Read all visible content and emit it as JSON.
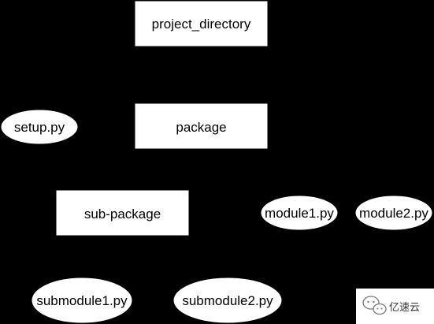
{
  "diagram": {
    "background": "#000000",
    "node_fill": "#ffffff",
    "node_stroke": "#000000",
    "text_color": "#000000",
    "nodes": [
      {
        "id": "project_directory",
        "label": "project_directory",
        "shape": "rect"
      },
      {
        "id": "setup_py",
        "label": "setup.py",
        "shape": "ellipse"
      },
      {
        "id": "package",
        "label": "package",
        "shape": "rect"
      },
      {
        "id": "sub_package",
        "label": "sub-package",
        "shape": "rect"
      },
      {
        "id": "module1_py",
        "label": "module1.py",
        "shape": "ellipse"
      },
      {
        "id": "module2_py",
        "label": "module2.py",
        "shape": "ellipse"
      },
      {
        "id": "submodule1_py",
        "label": "submodule1.py",
        "shape": "ellipse"
      },
      {
        "id": "submodule2_py",
        "label": "submodule2.py",
        "shape": "ellipse"
      }
    ]
  },
  "watermark": {
    "text": "亿速云",
    "icon": "wechat-logo-icon"
  }
}
